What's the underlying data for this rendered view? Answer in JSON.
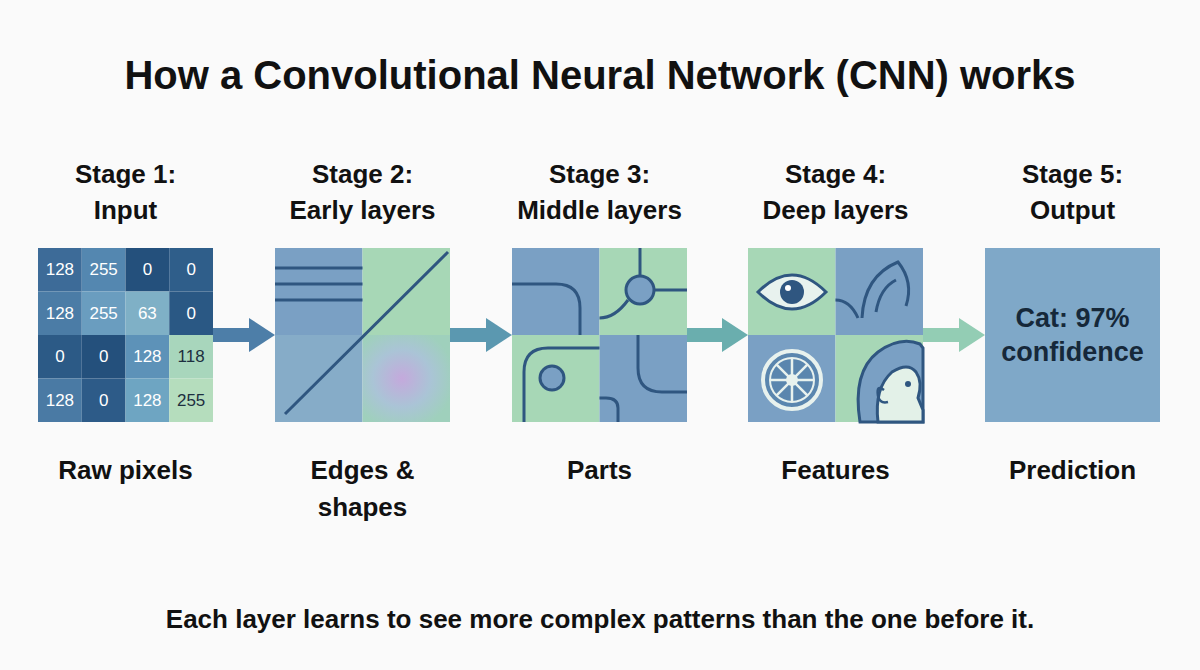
{
  "diagram": {
    "title": "How a Convolutional Neural Network (CNN) works",
    "caption": "Each layer learns to see more complex patterns than the one before it.",
    "nodes": [
      {
        "text": [
          "Stage 1: Input",
          "Raw pixels"
        ]
      },
      {
        "text": [
          "Stage 2: Early layers",
          "Edges & shapes"
        ]
      },
      {
        "text": [
          "Stage 3: Middle layers",
          "Parts"
        ]
      },
      {
        "text": [
          "Stage 4: Deep layers",
          "Features"
        ]
      },
      {
        "text": [
          "Stage 5: Output",
          "Cat: 97% confidence",
          "Prediction"
        ]
      }
    ],
    "edges": [
      {
        "from": 0,
        "to": 1,
        "arrow": "to"
      },
      {
        "from": 1,
        "to": 2,
        "arrow": "to"
      },
      {
        "from": 2,
        "to": 3,
        "arrow": "to"
      },
      {
        "from": 3,
        "to": 4,
        "arrow": "to"
      }
    ],
    "labels": [
      "128",
      "255",
      "0",
      "0",
      "128",
      "255",
      "63",
      "0",
      "0",
      "0",
      "128",
      "118",
      "128",
      "0",
      "128",
      "255"
    ]
  }
}
